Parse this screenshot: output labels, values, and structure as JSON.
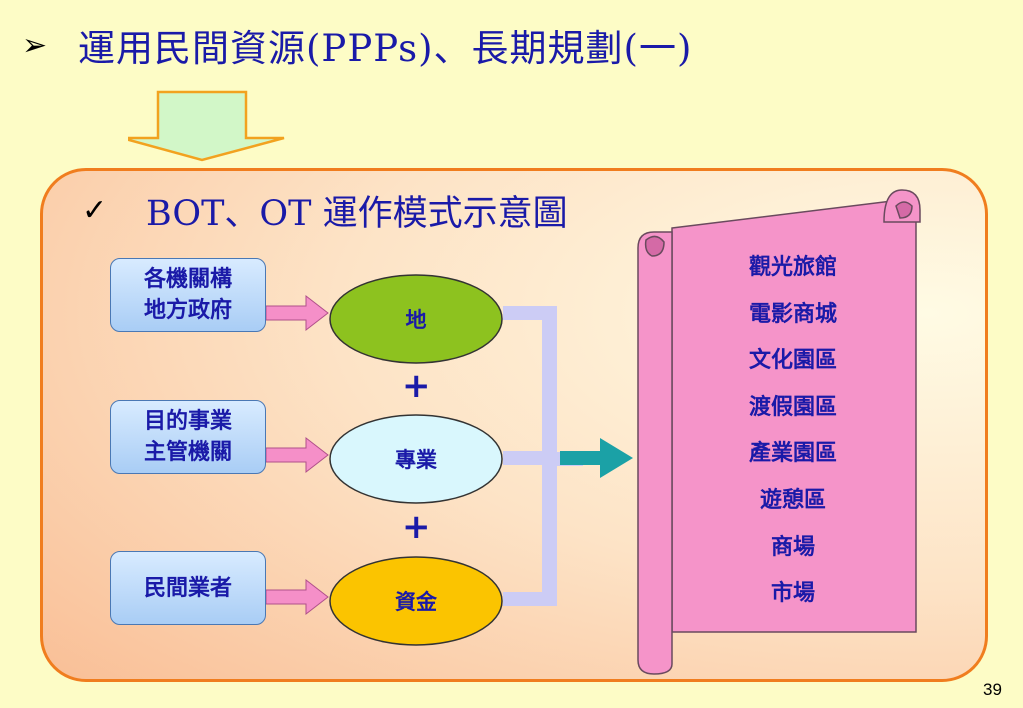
{
  "title": {
    "bullet": "➢",
    "text": "運用民間資源(PPPs)、長期規劃(一)"
  },
  "subtitle": {
    "check": "✓",
    "text": "BOT、OT 運作模式示意圖"
  },
  "sources": [
    {
      "lines": [
        "各機關構",
        "地方政府"
      ]
    },
    {
      "lines": [
        "目的事業",
        "主管機關"
      ]
    },
    {
      "lines": [
        "民間業者"
      ]
    }
  ],
  "resources": [
    {
      "label": "地",
      "color": "#8dc21f"
    },
    {
      "label": "專業",
      "color": "#d9f7fd"
    },
    {
      "label": "資金",
      "color": "#fbc400"
    }
  ],
  "plus": [
    "+",
    "+"
  ],
  "outcomes": [
    "觀光旅館",
    "電影商城",
    "文化園區",
    "渡假園區",
    "產業園區",
    "遊憩區",
    "商場",
    "市場"
  ],
  "colors": {
    "title_text": "#1a1aa8",
    "panel_border": "#f07d1e",
    "source_box": "#a9cdf5",
    "arrow_pink": "#f58fc8",
    "connector": "#ccccf5",
    "big_arrow": "#1ba1a6",
    "scroll": "#f594c9",
    "down_arrow_fill": "#d2f7c8",
    "down_arrow_stroke": "#f2a21f"
  },
  "page_number": "39"
}
